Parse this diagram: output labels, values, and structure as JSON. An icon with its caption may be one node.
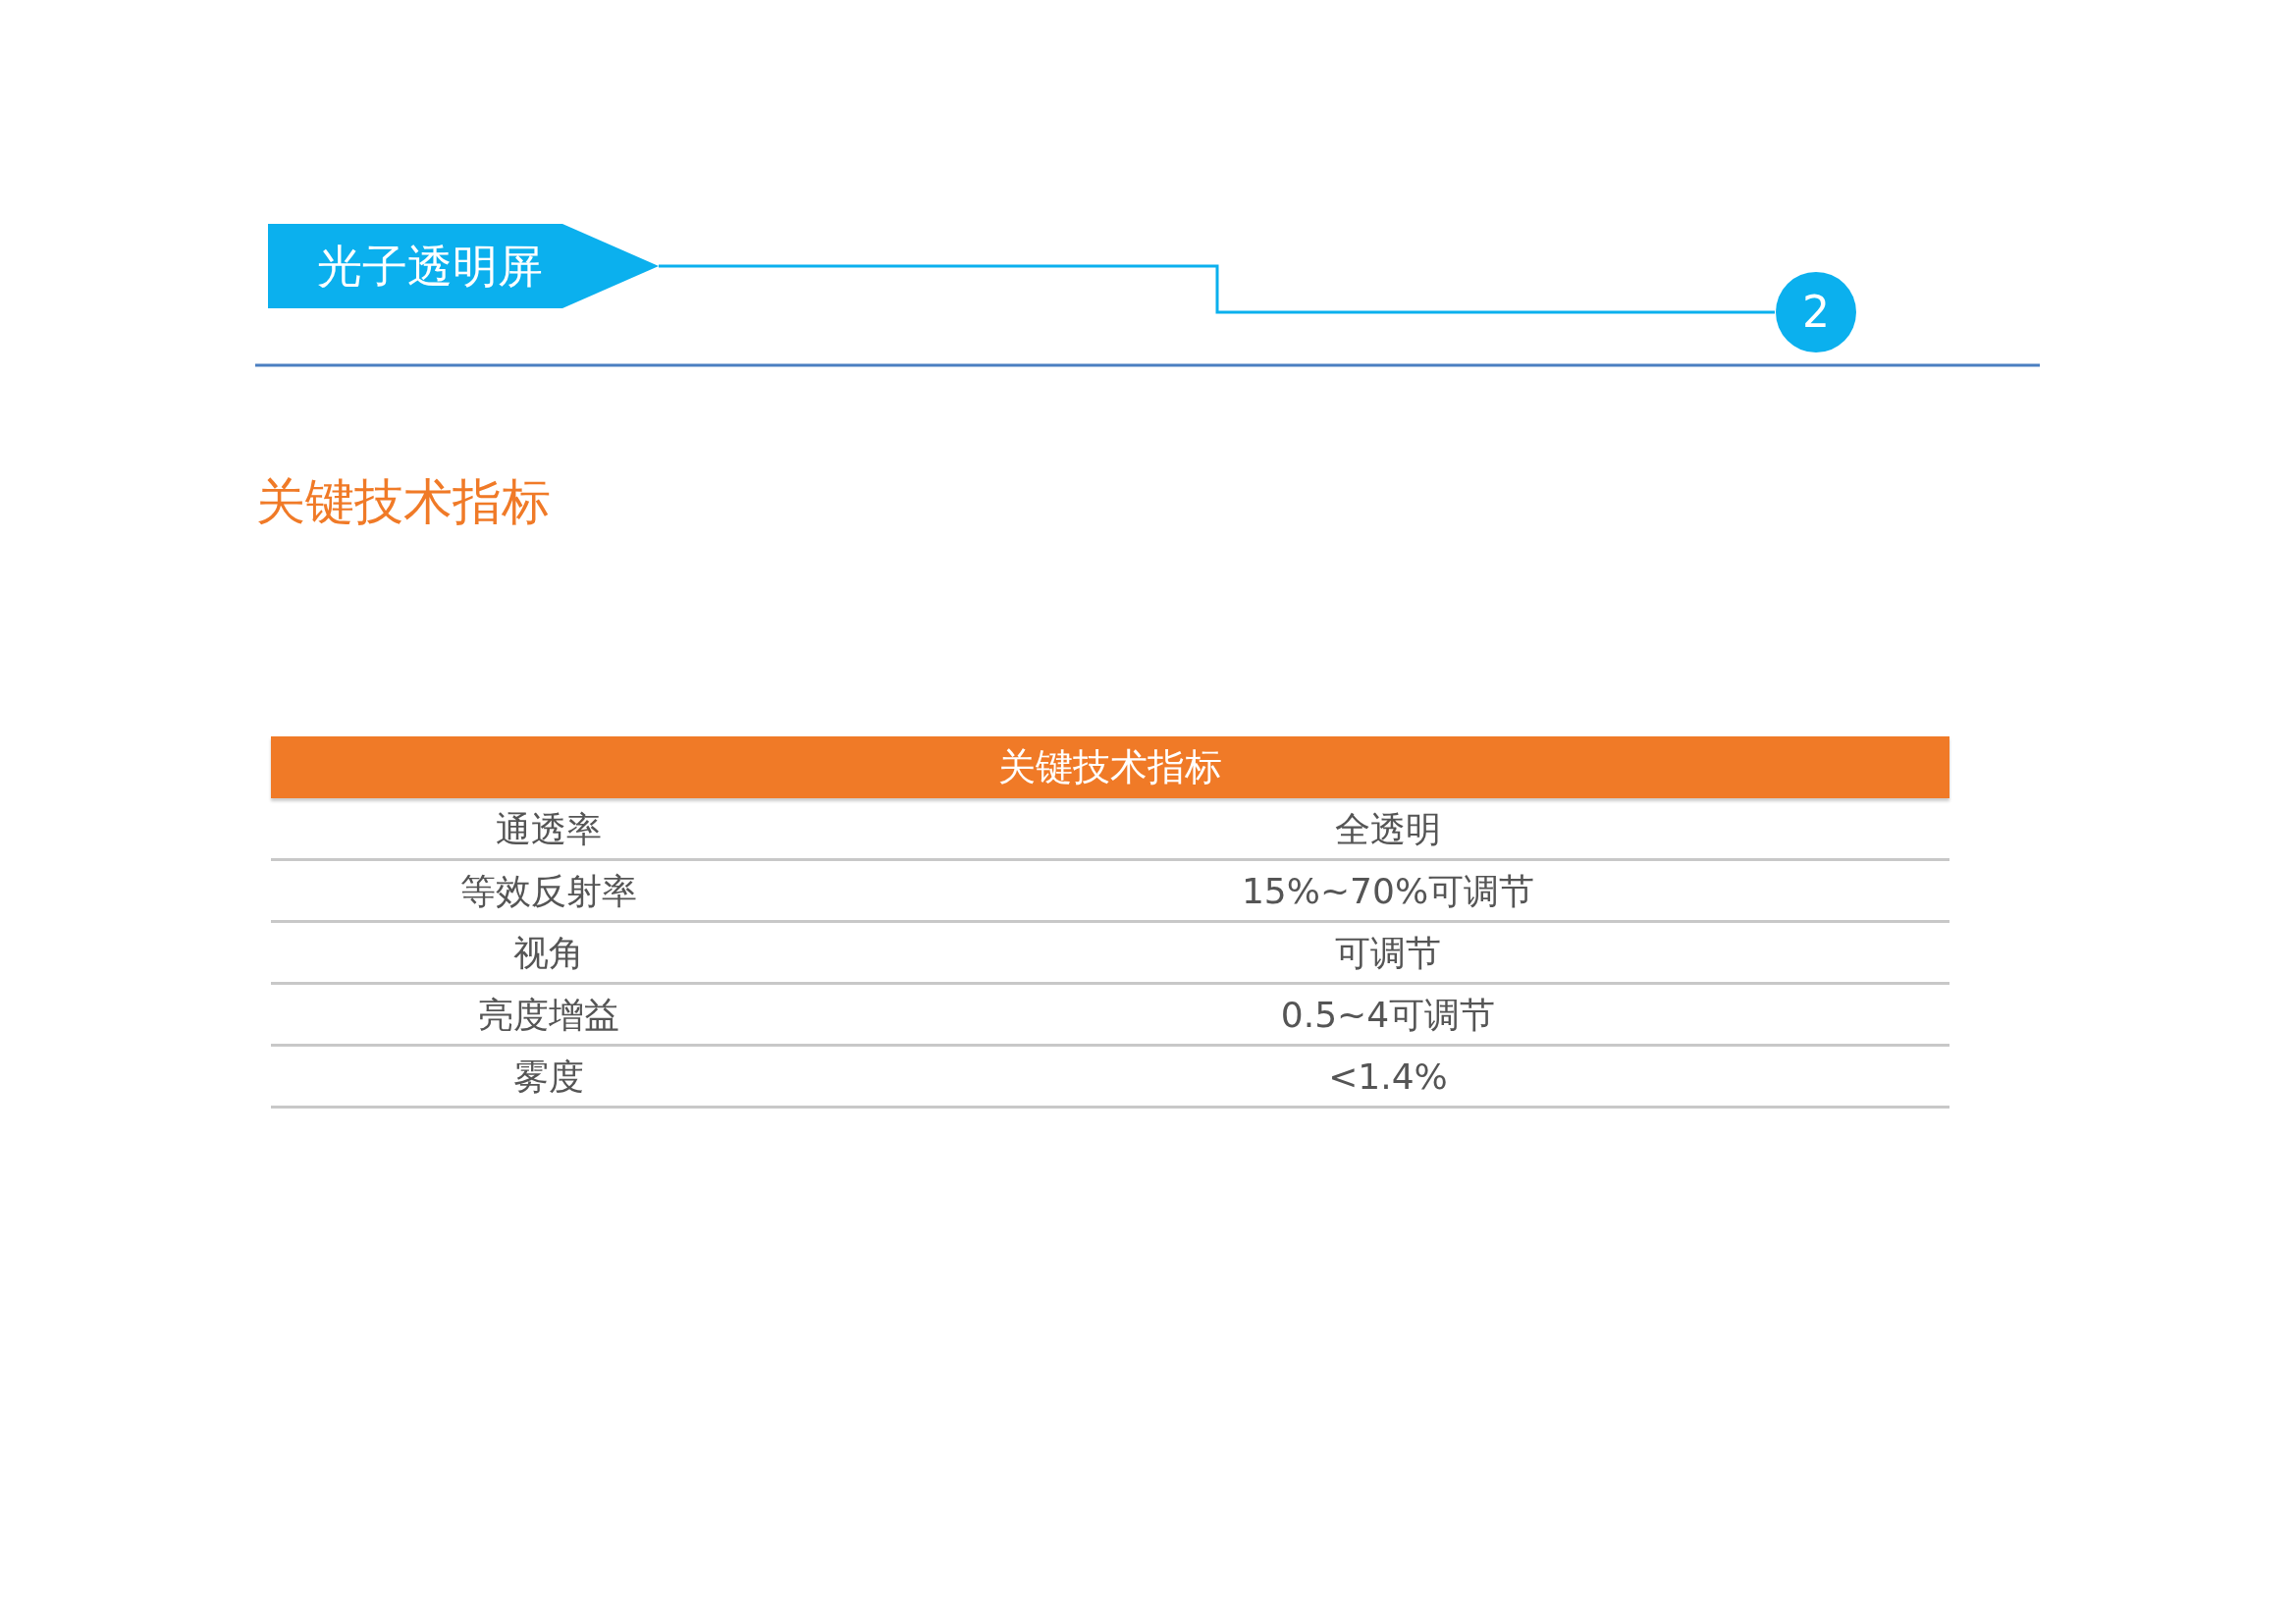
{
  "diagram": {
    "title": "关键技术指标",
    "nodes": [
      {
        "text": [
          "光子透明屏"
        ]
      },
      {
        "text": [
          "2"
        ]
      }
    ],
    "edges": [
      {
        "from": 0,
        "to": 1,
        "arrow": "none"
      }
    ],
    "labels": [
      "关键技术指标",
      "通透率",
      "全透明",
      "等效反射率",
      "15%~70%可调节",
      "视角",
      "可调节",
      "亮度增益",
      "0.5~4可调节",
      "雾度",
      "<1.4%"
    ]
  }
}
